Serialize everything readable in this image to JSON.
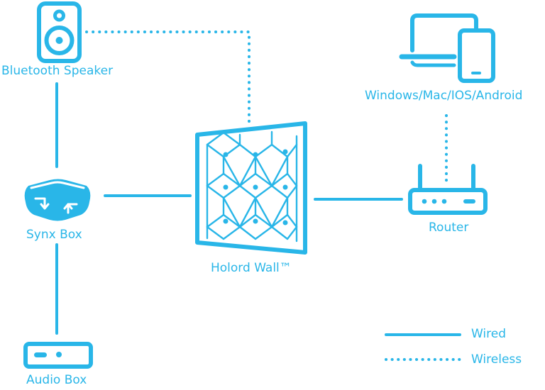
{
  "colors": {
    "accent": "#29b6e8",
    "background": "#ffffff"
  },
  "nodes": {
    "speaker": {
      "label": "Bluetooth Speaker",
      "icon": "speaker-icon"
    },
    "devices": {
      "label": "Windows/Mac/IOS/Android",
      "icon": "laptop-phone-icon"
    },
    "wall": {
      "label": "Holord Wall™",
      "icon": "holord-wall-icon"
    },
    "router": {
      "label": "Router",
      "icon": "router-icon"
    },
    "synx": {
      "label": "Synx Box",
      "icon": "synx-box-icon"
    },
    "audio": {
      "label": "Audio Box",
      "icon": "audio-box-icon"
    }
  },
  "legend": {
    "wired": "Wired",
    "wireless": "Wireless"
  }
}
